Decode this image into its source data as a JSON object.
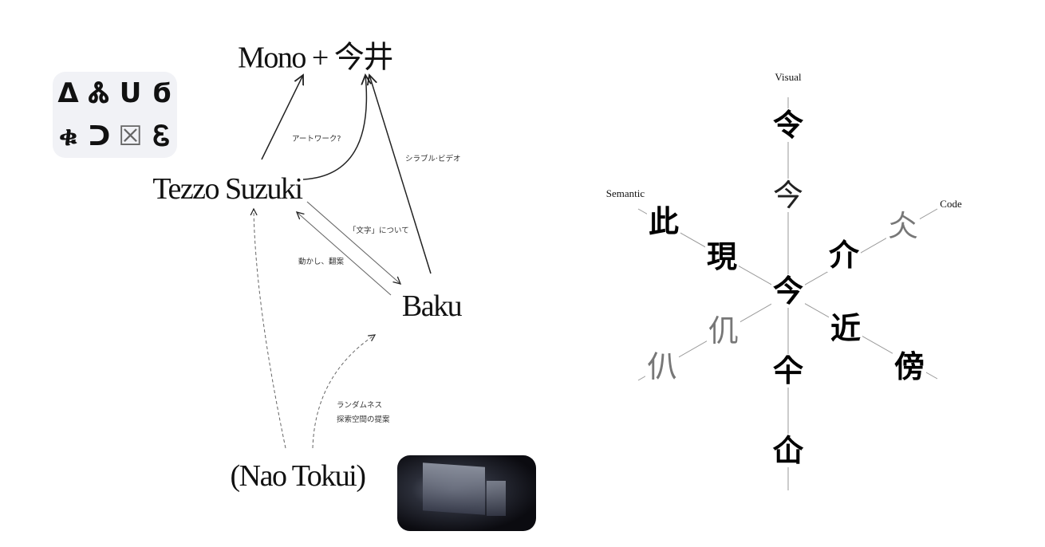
{
  "left_diagram": {
    "nodes": {
      "mono": "Mono + 今井",
      "tezzo": "Tezzo Suzuki",
      "baku": "Baku",
      "nao": "(Nao Tokui)"
    },
    "edge_labels": {
      "artwork": "アートワーク?",
      "syllable_video": "シラブル·ビデオ",
      "about_moji": "「文字」について",
      "move_draft": "動かし、翻案",
      "randomness": "ランダムネス",
      "search_space": "探索空間の提案"
    },
    "glyph_panel": [
      "Δ",
      "Ꮬ",
      "ᑌ",
      "ϭ",
      "ቁ",
      "ᑐ",
      "☒",
      "Ꮛ"
    ]
  },
  "right_diagram": {
    "axes": {
      "visual": "Visual",
      "semantic": "Semantic",
      "code": "Code"
    },
    "center": "今",
    "visual_axis": [
      "令",
      "今",
      "仐",
      "仚"
    ],
    "semantic_axis": [
      "此",
      "現",
      "仉",
      "仈"
    ],
    "code_axis": [
      "仌",
      "介",
      "近",
      "傍"
    ]
  }
}
